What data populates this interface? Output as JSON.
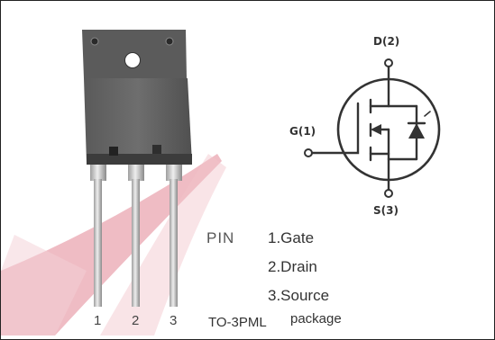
{
  "symbol": {
    "drain_label": "D(2)",
    "gate_label": "G(1)",
    "source_label": "S(3)"
  },
  "pins": {
    "heading": "PIN",
    "list": [
      {
        "number": "1",
        "label": "1.Gate"
      },
      {
        "number": "2",
        "label": "2.Drain"
      },
      {
        "number": "3",
        "label": "3.Source"
      }
    ]
  },
  "package": {
    "label_part1": "TO-3PML",
    "label_part2": "package"
  },
  "colors": {
    "watermark": "#d98a96",
    "lead_silver": "#c9c9c9",
    "body_dark": "#4a4a4a"
  }
}
